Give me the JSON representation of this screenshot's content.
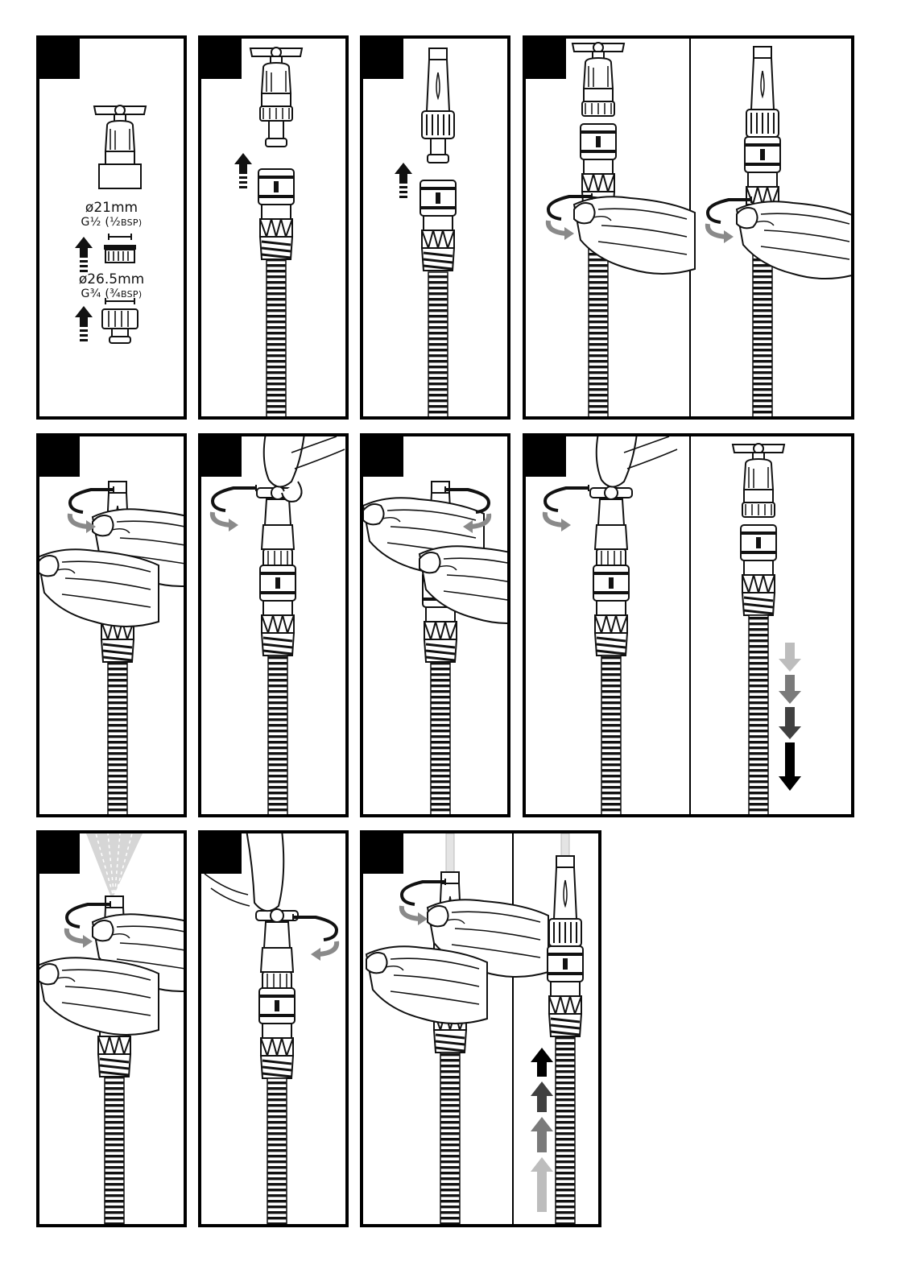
{
  "panel1": {
    "spec1_diameter": "ø21mm",
    "spec1_g": "G½",
    "spec1_paren_open": "(½",
    "spec1_bsp": "BSP)",
    "spec2_diameter": "ø26.5mm",
    "spec2_g": "G¾",
    "spec2_paren_open": "(¾",
    "spec2_bsp": "BSP)"
  },
  "colors": {
    "ink": "#000000",
    "rotate_arrow_grey": "#8a8a8a",
    "flow_arrow_light": "#bdbdbd",
    "flow_arrow_mid": "#7a7a7a",
    "flow_arrow_dark": "#404040",
    "spray": "#d6d6d6"
  }
}
